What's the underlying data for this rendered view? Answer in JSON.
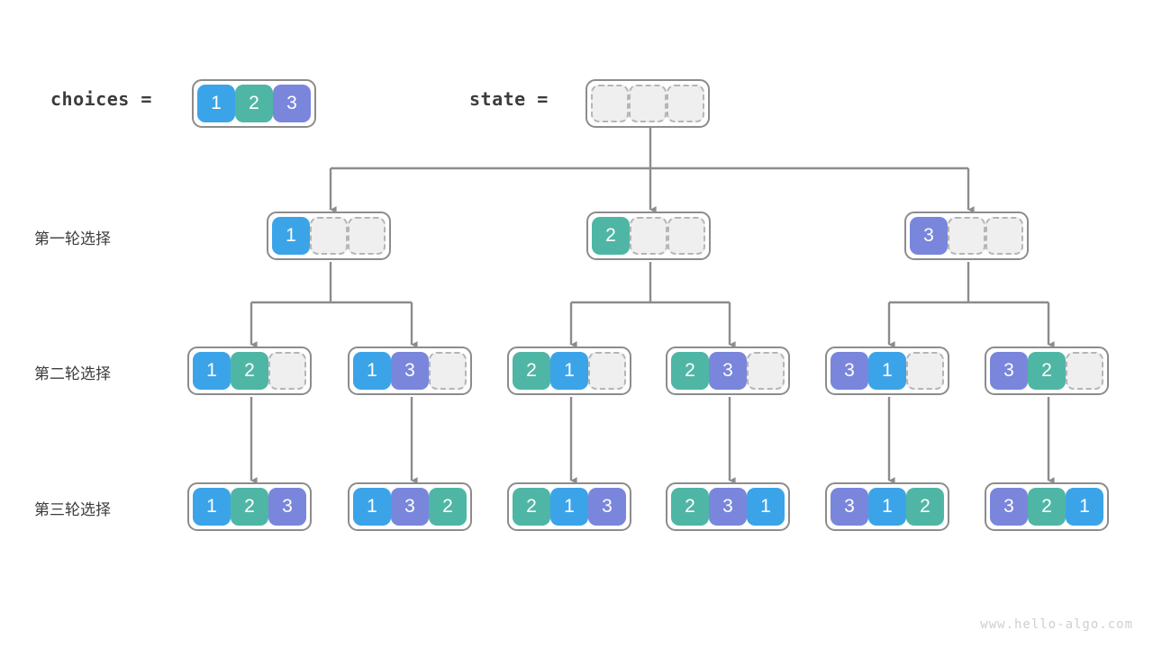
{
  "header": {
    "choices_label": "choices =",
    "state_label": "state =",
    "choices_values": [
      1,
      2,
      3
    ],
    "state_values": [
      null,
      null,
      null
    ]
  },
  "row_labels": [
    "第一轮选择",
    "第二轮选择",
    "第三轮选择"
  ],
  "colors": {
    "value_1": "#3ba4e8",
    "value_2": "#4fb6a5",
    "value_3": "#7a86dc",
    "empty_fill": "#efefef",
    "empty_border": "#b5b5b5",
    "node_border": "#8c8c8c",
    "connector": "#8c8c8c",
    "text": "#3c3c3c",
    "watermark": "#cfcfcf",
    "background": "#ffffff"
  },
  "rows": [
    {
      "name": "round-1",
      "nodes": [
        {
          "values": [
            1,
            null,
            null
          ]
        },
        {
          "values": [
            2,
            null,
            null
          ]
        },
        {
          "values": [
            3,
            null,
            null
          ]
        }
      ]
    },
    {
      "name": "round-2",
      "nodes": [
        {
          "values": [
            1,
            2,
            null
          ]
        },
        {
          "values": [
            1,
            3,
            null
          ]
        },
        {
          "values": [
            2,
            1,
            null
          ]
        },
        {
          "values": [
            2,
            3,
            null
          ]
        },
        {
          "values": [
            3,
            1,
            null
          ]
        },
        {
          "values": [
            3,
            2,
            null
          ]
        }
      ]
    },
    {
      "name": "round-3",
      "nodes": [
        {
          "values": [
            1,
            2,
            3
          ]
        },
        {
          "values": [
            1,
            3,
            2
          ]
        },
        {
          "values": [
            2,
            1,
            3
          ]
        },
        {
          "values": [
            2,
            3,
            1
          ]
        },
        {
          "values": [
            3,
            1,
            2
          ]
        },
        {
          "values": [
            3,
            2,
            1
          ]
        }
      ]
    }
  ],
  "watermark": "www.hello-algo.com"
}
